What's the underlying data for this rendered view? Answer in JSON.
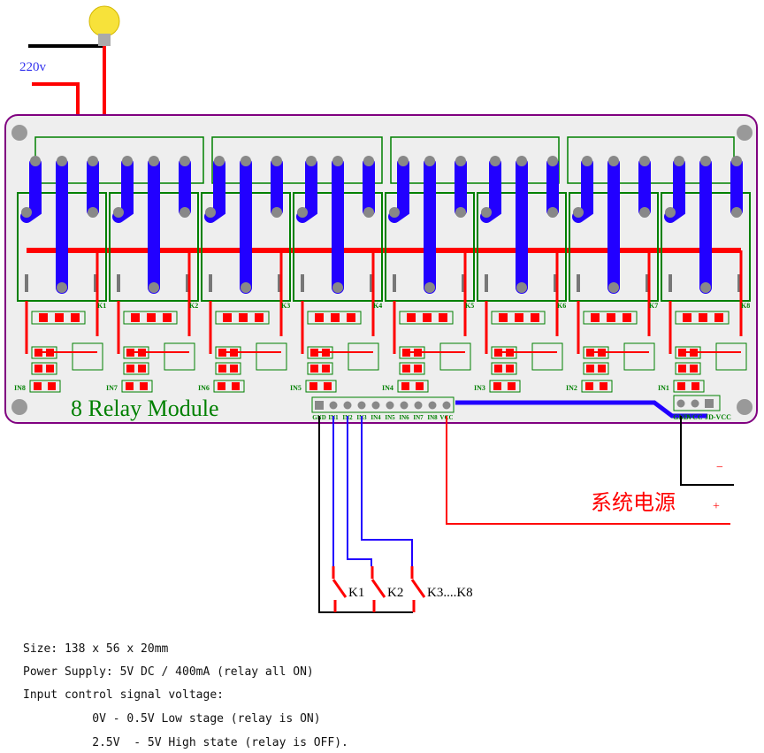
{
  "mains_label": "220v",
  "board_title": "8 Relay Module",
  "relays": [
    "K1",
    "K2",
    "K3",
    "K4",
    "K5",
    "K6",
    "K7",
    "K8"
  ],
  "inputs": [
    "IN1",
    "IN2",
    "IN3",
    "IN4",
    "IN5",
    "IN6",
    "IN7",
    "IN8"
  ],
  "header_pins": [
    "GND",
    "IN1",
    "IN2",
    "IN3",
    "IN4",
    "IN5",
    "IN6",
    "IN7",
    "IN8",
    "VCC"
  ],
  "power_header": [
    "GND",
    "VCC",
    "JD-VCC"
  ],
  "power_source_label": "系统电源",
  "plus_label": "+",
  "minus_label": "−",
  "switches": [
    "K1",
    "K2",
    "K3....K8"
  ],
  "specs": [
    "Size: 138 x 56 x 20mm",
    "Power Supply: 5V DC / 400mA (relay all ON)",
    "Input control signal voltage:",
    "          0V - 0.5V Low stage (relay is ON)",
    "          2.5V  - 5V High state (relay is OFF)."
  ],
  "colors": {
    "board": "#eeeeee",
    "outline": "#800080",
    "silk": "#008000",
    "top_copper": "#ff0000",
    "bottom_copper": "#2200ff",
    "wire": "#000000"
  }
}
